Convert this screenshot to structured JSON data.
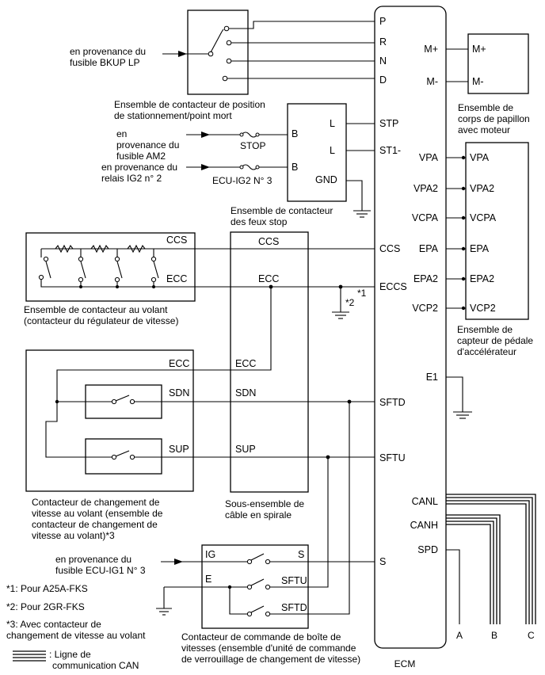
{
  "components": {
    "ecm": "ECM",
    "park_neutral": "Ensemble de contacteur de position de stationnement/point mort",
    "throttle_body": "Ensemble de corps de papillon avec moteur",
    "stop_light_switch": "Ensemble de contacteur des feux stop",
    "accel_pedal_sensor": "Ensemble de capteur de pédale d'accélérateur",
    "steering_pad_switch": "Ensemble de contacteur au volant (contacteur du régulateur de vitesse)",
    "paddle_shift_switch": "Contacteur de changement de vitesse au volant (ensemble de contacteur de changement de vitesse au volant)*3",
    "spiral_cable": "Sous-ensemble de câble en spirale",
    "shift_lock_switch": "Contacteur de commande de boîte de vitesses (ensemble d'unité de commande de verrouillage de changement de vitesse)"
  },
  "sources": {
    "backup_lp": "en provenance du fusible BKUP LP",
    "am2": "en provenance du fusible AM2",
    "ig2_relay": "en provenance du relais IG2 n° 2",
    "ecu_ig1": "en provenance du fusible ECU-IG1 N° 3"
  },
  "fuses": {
    "stop": "STOP",
    "ecu_ig2": "ECU-IG2 N° 3"
  },
  "ecm_pins": {
    "p": "P",
    "r": "R",
    "n": "N",
    "d": "D",
    "stp": "STP",
    "st1": "ST1-",
    "ccs": "CCS",
    "eccs": "ECCS",
    "sftd": "SFTD",
    "sftu": "SFTU",
    "s": "S",
    "m_plus": "M+",
    "m_minus": "M-",
    "vpa": "VPA",
    "vpa2": "VPA2",
    "vcpa": "VCPA",
    "epa": "EPA",
    "epa2": "EPA2",
    "vcp2": "VCP2",
    "e1": "E1",
    "canl": "CANL",
    "canh": "CANH",
    "spd": "SPD"
  },
  "device_pins": {
    "thr_m_plus": "M+",
    "thr_m_minus": "M-",
    "app_vpa": "VPA",
    "app_vpa2": "VPA2",
    "app_vcpa": "VCPA",
    "app_epa": "EPA",
    "app_epa2": "EPA2",
    "app_vcp2": "VCP2",
    "stop_b1": "B",
    "stop_b2": "B",
    "stop_l1": "L",
    "stop_l2": "L",
    "stop_gnd": "GND",
    "pad_ccs": "CCS",
    "pad_ecc": "ECC",
    "spiral_ccs": "CCS",
    "spiral_ecc1": "ECC",
    "spiral_ecc2": "ECC",
    "spiral_sdn": "SDN",
    "spiral_sup": "SUP",
    "paddle_ecc": "ECC",
    "paddle_sdn": "SDN",
    "paddle_sup": "SUP",
    "lock_ig": "IG",
    "lock_s": "S",
    "lock_e": "E",
    "lock_sftu": "SFTU",
    "lock_sftd": "SFTD"
  },
  "markers": {
    "m1": "*1",
    "m2": "*2"
  },
  "can_outputs": [
    "A",
    "B",
    "C"
  ],
  "footnotes": {
    "n1": "*1: Pour A25A-FKS",
    "n2": "*2: Pour 2GR-FKS",
    "n3": "*3: Avec contacteur de changement de vitesse au volant"
  },
  "legend": {
    "can_line": ": Ligne de communication CAN"
  }
}
